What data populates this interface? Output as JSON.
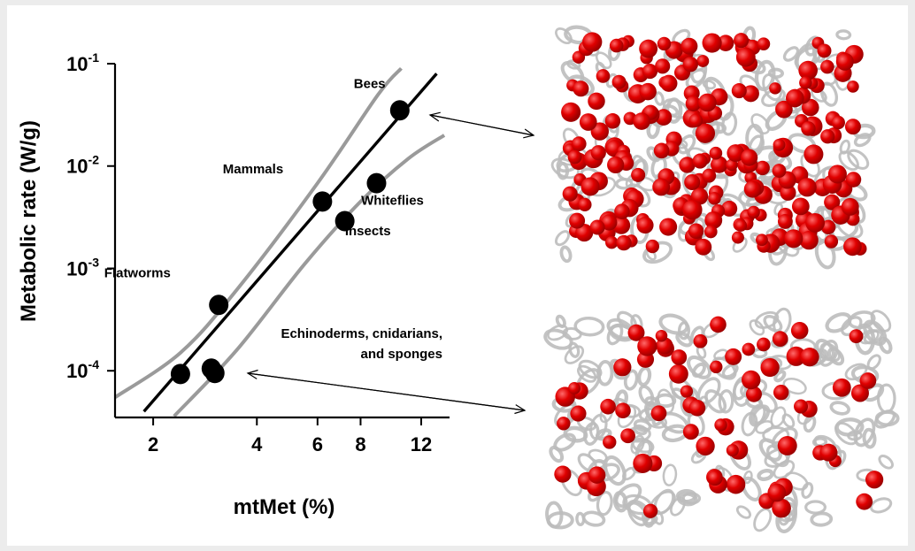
{
  "chart_data": {
    "type": "scatter",
    "xlabel": "mtMet (%)",
    "ylabel": "Metabolic rate (W/g)",
    "x_scale": "log",
    "y_scale": "log",
    "xlim": [
      1.55,
      14.5
    ],
    "ylim": [
      3.5e-05,
      0.1
    ],
    "x_ticks": [
      {
        "value": 2,
        "label": "2"
      },
      {
        "value": 4,
        "label": "4"
      },
      {
        "value": 6,
        "label": "6"
      },
      {
        "value": 8,
        "label": "8"
      },
      {
        "value": 12,
        "label": "12"
      }
    ],
    "y_ticks": [
      {
        "value": 0.1,
        "base": "10",
        "exp": "-1"
      },
      {
        "value": 0.01,
        "base": "10",
        "exp": "-2"
      },
      {
        "value": 0.001,
        "base": "10",
        "exp": "-3"
      },
      {
        "value": 0.0001,
        "base": "10",
        "exp": "-4"
      }
    ],
    "points": [
      {
        "x": 10.4,
        "y": 0.035
      },
      {
        "x": 6.2,
        "y": 0.0045
      },
      {
        "x": 8.9,
        "y": 0.0068
      },
      {
        "x": 7.2,
        "y": 0.0029
      },
      {
        "x": 3.1,
        "y": 0.00044
      },
      {
        "x": 2.4,
        "y": 9.3e-05
      },
      {
        "x": 2.95,
        "y": 0.000105
      },
      {
        "x": 3.02,
        "y": 9.5e-05
      }
    ],
    "fit_line": [
      {
        "x": 1.88,
        "y": 4e-05
      },
      {
        "x": 13.3,
        "y": 0.08
      }
    ],
    "upper_band": [
      {
        "x": 1.55,
        "y": 5.5e-05
      },
      {
        "x": 2.4,
        "y": 0.00015
      },
      {
        "x": 3.5,
        "y": 0.00062
      },
      {
        "x": 6.0,
        "y": 0.0068
      },
      {
        "x": 9.0,
        "y": 0.05
      },
      {
        "x": 10.5,
        "y": 0.09
      }
    ],
    "lower_band": [
      {
        "x": 2.3,
        "y": 3.6e-05
      },
      {
        "x": 3.5,
        "y": 0.00016
      },
      {
        "x": 5.5,
        "y": 0.0011
      },
      {
        "x": 8.0,
        "y": 0.0045
      },
      {
        "x": 11.0,
        "y": 0.0118
      },
      {
        "x": 14.0,
        "y": 0.02
      }
    ],
    "group_labels": [
      {
        "text": "Bees",
        "x": 8.5,
        "y": 0.058
      },
      {
        "text": "Mammals",
        "x": 3.9,
        "y": 0.0085
      },
      {
        "text": "Whiteflies",
        "x": 9.9,
        "y": 0.0042
      },
      {
        "text": "Insects",
        "x": 8.4,
        "y": 0.0021
      },
      {
        "text": "Flatworms",
        "x": 1.8,
        "y": 0.00082
      }
    ],
    "annotation_lines": [
      "Echinoderms, cnidarians,",
      "and sponges"
    ],
    "annotation_anchor": {
      "x": 3.02,
      "y": 9.5e-05
    },
    "series_color": "#000000",
    "band_color": "#9a9a9a"
  },
  "panels": {
    "top_protein_name": "protein-structure-top",
    "bottom_protein_name": "protein-structure-bottom",
    "highlight_color": "#d40000",
    "ribbon_color": "#bdbdbd"
  }
}
